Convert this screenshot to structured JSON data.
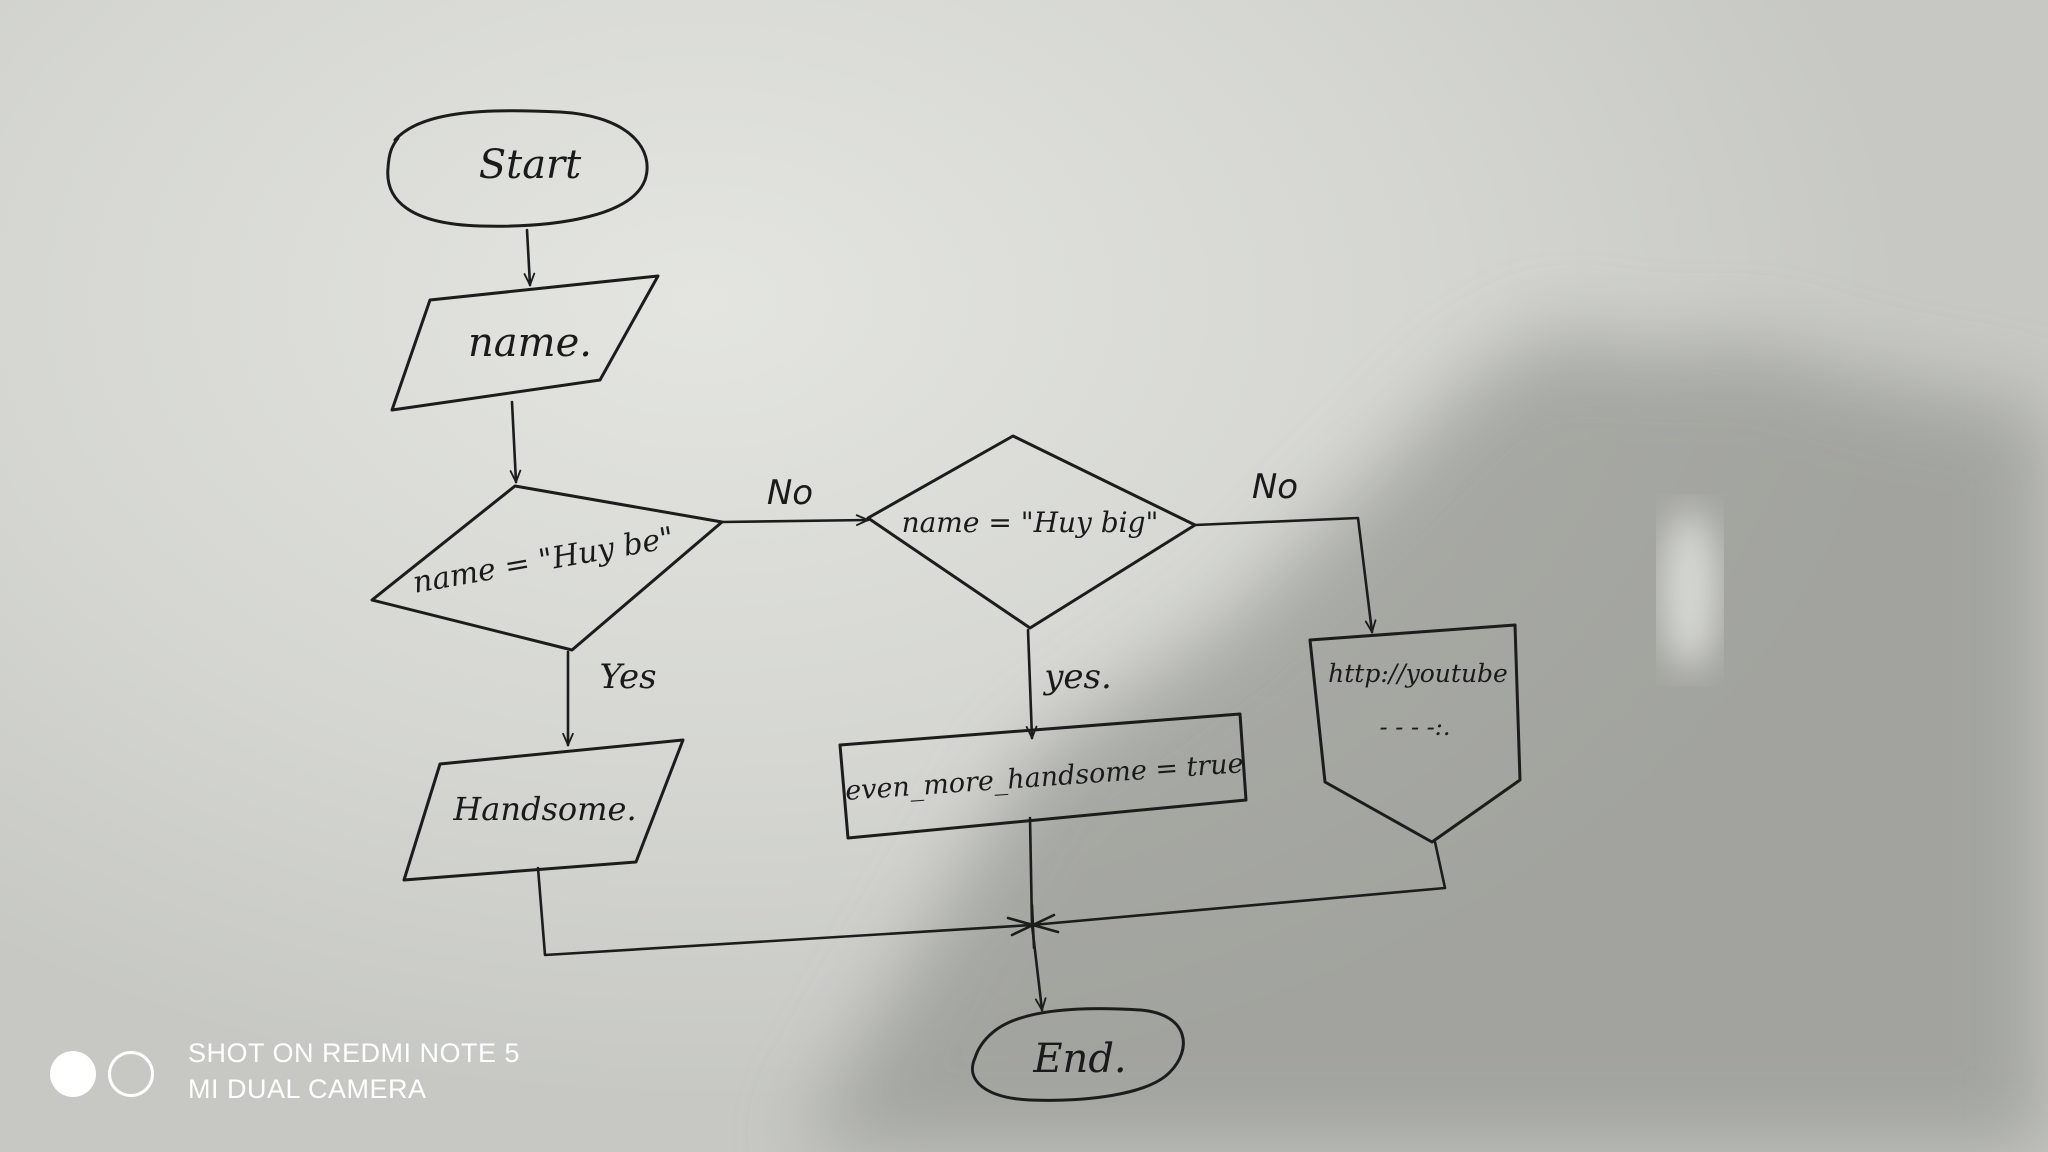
{
  "flowchart": {
    "nodes": {
      "start": "Start",
      "input": "name.",
      "decision1": "name = \"Huy be\"",
      "decision2": "name = \"Huy big\"",
      "process_handsome": "Handsome.",
      "process_even_more": "even_more_handsome = true",
      "offpage": "http://youtube",
      "offpage_dashes": "- - - -:.",
      "end": "End."
    },
    "edge_labels": {
      "d1_no": "No",
      "d1_yes": "Yes",
      "d2_no": "No",
      "d2_yes": "yes."
    }
  },
  "watermark": {
    "line1": "SHOT ON REDMI NOTE 5",
    "line2": "MI DUAL CAMERA"
  },
  "colors": {
    "ink": "#1c1c1c",
    "paper": "#dcddd9",
    "shadow": "#8f918b",
    "watermark": "#ffffff"
  }
}
